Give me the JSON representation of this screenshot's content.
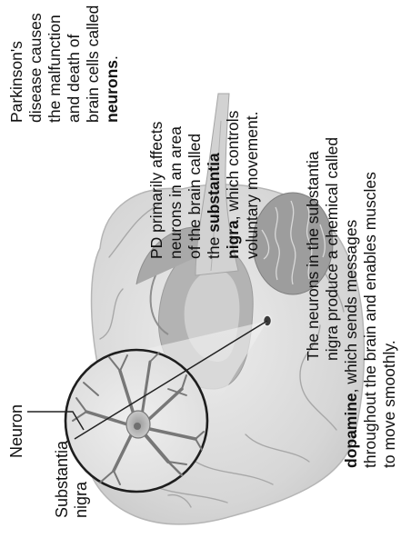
{
  "labels": {
    "neuron": "Neuron",
    "substantia_nigra_line1": "Substantia",
    "substantia_nigra_line2": "nigra"
  },
  "captions": {
    "intro": {
      "line1": "Parkinson's",
      "line2": "disease causes",
      "line3": "the malfunction",
      "line4": "and death of",
      "line5": "brain cells called",
      "line6_bold": "neurons",
      "line6_rest": "."
    },
    "pd": {
      "line1": "PD primarily affects",
      "line2": "neurons in an area",
      "line3": "of the brain called",
      "line4_pre": "the ",
      "line4_bold": "substantia",
      "line5_bold": "nigra",
      "line5_rest": ", which controls",
      "line6": "voluntary movement."
    },
    "dopamine": {
      "line1": "The neurons in the substantia",
      "line2": "nigra produce a chemical called",
      "line3_bold": "dopamine",
      "line3_rest": ", which sends messages",
      "line4": "throughout the brain and enables muscles",
      "line5": "to move smoothly."
    }
  },
  "colors": {
    "brain_light": "#e6e6e6",
    "brain_mid": "#bdbdbd",
    "brain_dark": "#8c8c8c",
    "outline": "#222222"
  }
}
